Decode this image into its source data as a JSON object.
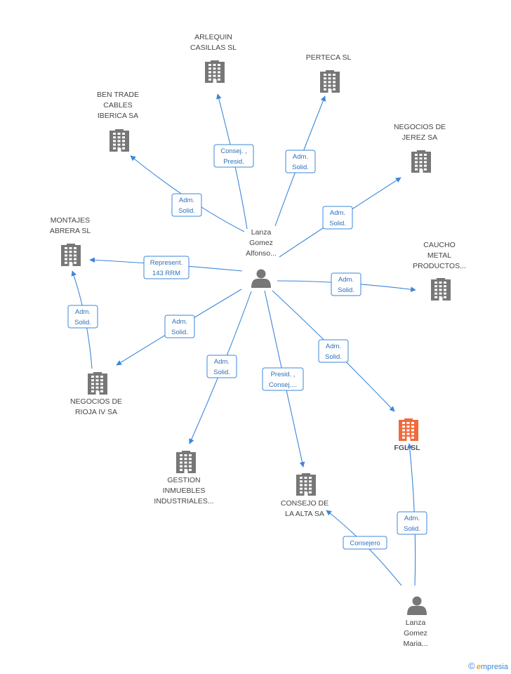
{
  "colors": {
    "company": "#777777",
    "focus_company": "#f06a3c",
    "person": "#777777",
    "edge": "#3b87d9"
  },
  "nodes": [
    {
      "id": "center",
      "type": "person-icon",
      "label": [
        "Lanza",
        "Gomez",
        "Alfonso..."
      ]
    },
    {
      "id": "arlequin",
      "type": "building-icon",
      "label": [
        "ARLEQUIN",
        "CASILLAS SL"
      ]
    },
    {
      "id": "perteca",
      "type": "building-icon",
      "label": [
        "PERTECA SL"
      ]
    },
    {
      "id": "bentrade",
      "type": "building-icon",
      "label": [
        "BEN TRADE",
        "CABLES",
        "IBERICA SA"
      ]
    },
    {
      "id": "jerez",
      "type": "building-icon",
      "label": [
        "NEGOCIOS DE",
        "JEREZ SA"
      ]
    },
    {
      "id": "montajes",
      "type": "building-icon",
      "label": [
        "MONTAJES",
        "ABRERA SL"
      ]
    },
    {
      "id": "caucho",
      "type": "building-icon",
      "label": [
        "CAUCHO",
        "METAL",
        "PRODUCTOS..."
      ]
    },
    {
      "id": "rioja",
      "type": "building-icon",
      "label": [
        "NEGOCIOS DE",
        "RIOJA IV SA"
      ]
    },
    {
      "id": "gestion",
      "type": "building-icon",
      "label": [
        "GESTION",
        "INMUEBLES",
        "INDUSTRIALES..."
      ]
    },
    {
      "id": "consejo",
      "type": "building-icon",
      "label": [
        "CONSEJO DE",
        "LA ALTA SA"
      ]
    },
    {
      "id": "fgl",
      "type": "building-icon",
      "focus": true,
      "label": [
        "FGL SL"
      ]
    },
    {
      "id": "maria",
      "type": "person-icon",
      "label": [
        "Lanza",
        "Gomez",
        "Maria..."
      ]
    }
  ],
  "edges": [
    {
      "from": "center",
      "to": "arlequin",
      "label": [
        "Consej. ,",
        "Presid."
      ]
    },
    {
      "from": "center",
      "to": "perteca",
      "label": [
        "Adm.",
        "Solid."
      ]
    },
    {
      "from": "center",
      "to": "bentrade",
      "label": [
        "Adm.",
        "Solid."
      ]
    },
    {
      "from": "center",
      "to": "jerez",
      "label": [
        "Adm.",
        "Solid."
      ]
    },
    {
      "from": "center",
      "to": "montajes",
      "label": [
        "Represent.",
        "143 RRM"
      ]
    },
    {
      "from": "center",
      "to": "caucho",
      "label": [
        "Adm.",
        "Solid."
      ]
    },
    {
      "from": "center",
      "to": "rioja",
      "label": [
        "Adm.",
        "Solid."
      ]
    },
    {
      "from": "center",
      "to": "gestion",
      "label": [
        "Adm.",
        "Solid."
      ]
    },
    {
      "from": "center",
      "to": "consejo",
      "label": [
        "Presid. ,",
        "Consej...."
      ]
    },
    {
      "from": "center",
      "to": "fgl",
      "label": [
        "Adm.",
        "Solid."
      ]
    },
    {
      "from": "rioja",
      "to": "montajes",
      "label": [
        "Adm.",
        "Solid."
      ]
    },
    {
      "from": "maria",
      "to": "consejo",
      "label": [
        "Consejero"
      ]
    },
    {
      "from": "maria",
      "to": "fgl",
      "label": [
        "Adm.",
        "Solid."
      ]
    }
  ],
  "brand": {
    "copyright": "©",
    "first_letter": "e",
    "rest": "mpresia"
  }
}
